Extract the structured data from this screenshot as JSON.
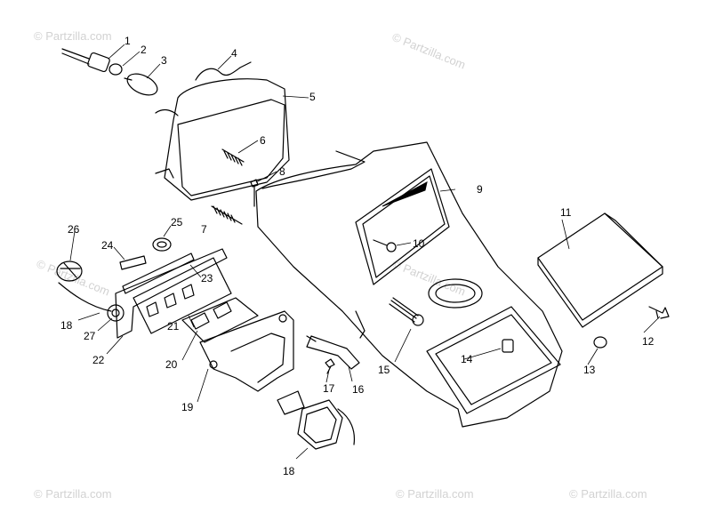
{
  "watermarks": [
    {
      "text": "© Partzilla.com"
    },
    {
      "text": "© Partzilla.com"
    },
    {
      "text": "© Partzilla.com"
    },
    {
      "text": "© Partzilla.com"
    },
    {
      "text": "© Partzilla.com"
    },
    {
      "text": "© Partzilla.com"
    },
    {
      "text": "© Partzilla.com"
    }
  ],
  "callouts": [
    "1",
    "2",
    "3",
    "4",
    "5",
    "6",
    "7",
    "8",
    "9",
    "10",
    "11",
    "12",
    "13",
    "14",
    "15",
    "16",
    "17",
    "18",
    "19",
    "20",
    "21",
    "22",
    "23",
    "24",
    "25",
    "26",
    "27",
    "18"
  ]
}
